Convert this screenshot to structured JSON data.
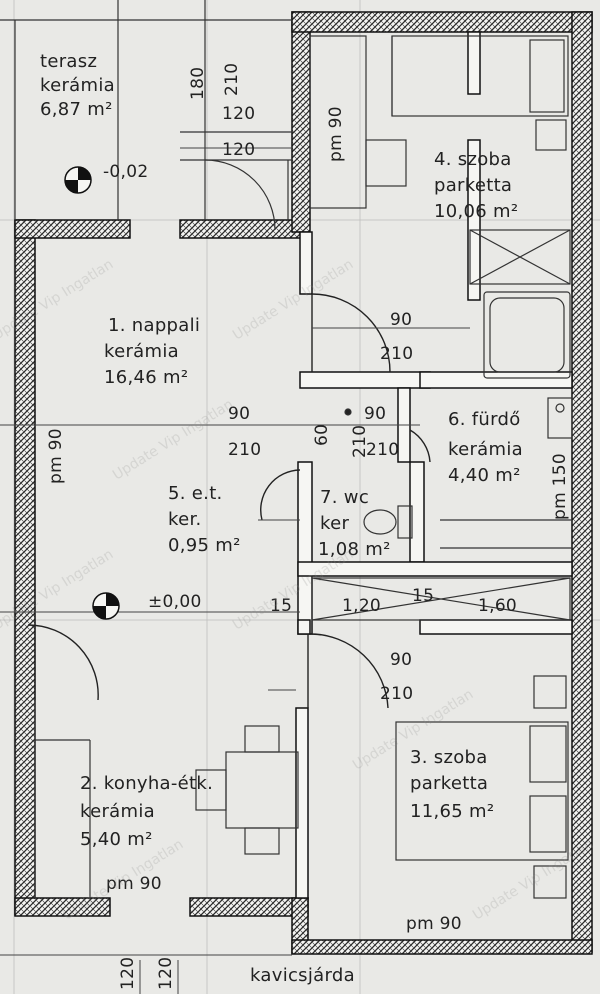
{
  "rooms": {
    "terrace": {
      "name": "terasz",
      "floor": "kerámia",
      "area": "6,87 m²"
    },
    "room4": {
      "name": "4. szoba",
      "floor": "parketta",
      "area": "10,06 m²"
    },
    "living": {
      "name": "1. nappali",
      "floor": "kerámia",
      "area": "16,46 m²"
    },
    "bath": {
      "name": "6. fürdő",
      "floor": "kerámia",
      "area": "4,40 m²"
    },
    "hall": {
      "name": "5. e.t.",
      "floor": "ker.",
      "area": "0,95 m²"
    },
    "wc": {
      "name": "7. wc",
      "floor": "ker",
      "area": "1,08 m²"
    },
    "kitchen": {
      "name": "2. konyha-étk.",
      "floor": "kerámia",
      "area": "5,40 m²"
    },
    "room3": {
      "name": "3. szoba",
      "floor": "parketta",
      "area": "11,65 m²"
    }
  },
  "levels": {
    "terrace": "-0,02",
    "ground": "±0,00"
  },
  "dimensions": {
    "d180": "180",
    "d210": "210",
    "d120": "120",
    "d90": "90",
    "d60": "60",
    "d15": "15",
    "d1_20": "1,20",
    "d1_60": "1,60"
  },
  "parapets": {
    "pm90": "pm 90",
    "pm150": "pm 150"
  },
  "outside": {
    "path": "kavicsjárda"
  },
  "watermark": "Update Vip Ingatlan"
}
